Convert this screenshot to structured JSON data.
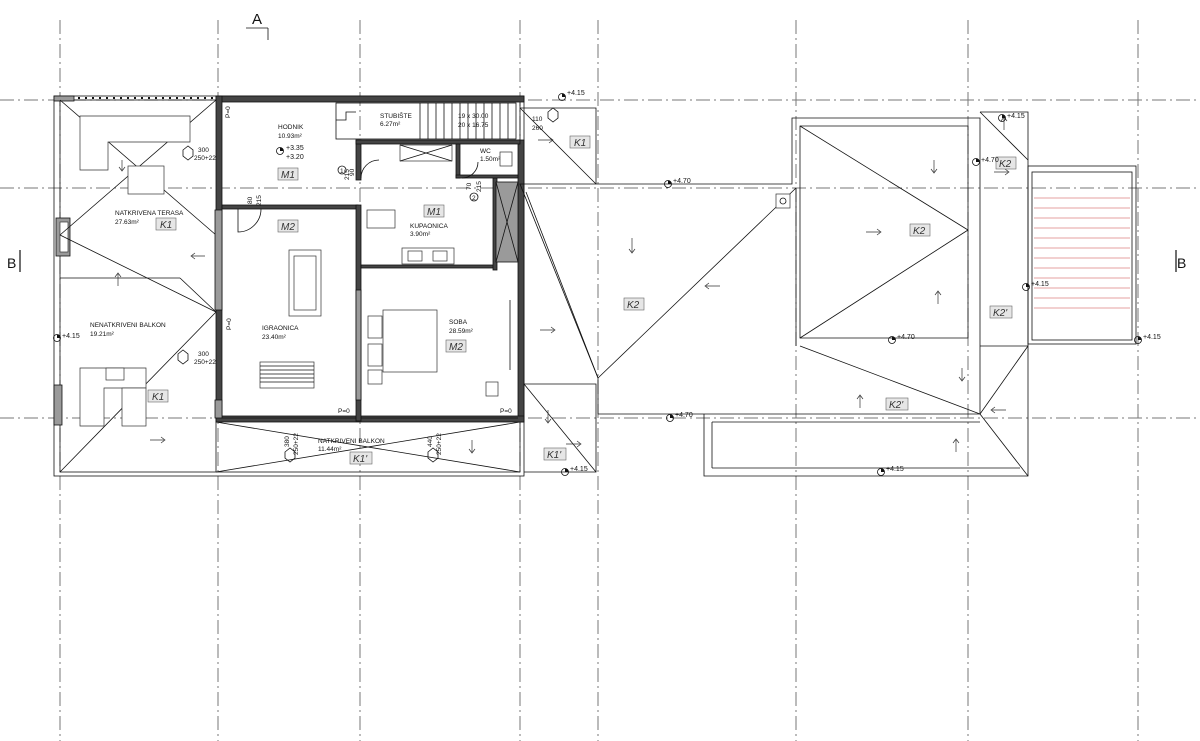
{
  "section_markers": {
    "a": "A",
    "b_left": "B",
    "b_right": "B"
  },
  "rooms": {
    "hodnik": {
      "name": "HODNIK",
      "area": "10.93m²"
    },
    "stubiste": {
      "name": "STUBIŠTE",
      "area": "6.27m²",
      "dim1": "19 x 30.00",
      "dim2": "20 x 16.75"
    },
    "wc": {
      "name": "WC",
      "area": "1.50m²"
    },
    "kupaonica": {
      "name": "KUPAONICA",
      "area": "3.90m²"
    },
    "igraonica": {
      "name": "IGRAONICA",
      "area": "23.40m²"
    },
    "soba": {
      "name": "SOBA",
      "area": "28.59m²"
    },
    "terasa": {
      "name": "NATKRIVENA TERASA",
      "area": "27.63m²"
    },
    "balkon_open": {
      "name": "NENATKRIVENI BALKON",
      "area": "19.21m²"
    },
    "balkon_covered": {
      "name": "NATKRIVENI BALKON",
      "area": "11.44m²"
    }
  },
  "surface_tags": {
    "m1_hodnik": "M1",
    "m1_kupaonica": "M1",
    "m2_igraonica": "M2",
    "m2_soba": "M2",
    "k1_terasa": "K1",
    "k1_balkon": "K1",
    "k1_stair": "K1",
    "k1p_balkon": "K1'",
    "k1p_corner": "K1'",
    "k2_left": "K2",
    "k2_mid": "K2",
    "k2_top": "K2",
    "k2p_right": "K2'",
    "k2p_bottom": "K2'"
  },
  "levels": {
    "hodnik_upper": "+3.35",
    "hodnik_lower": "+3.20",
    "lvl_415_top": "+4.15",
    "lvl_415_left": "+4.15",
    "lvl_415_bottom": "+4.15",
    "lvl_415_bottom2": "+4.15",
    "lvl_415_right_top": "+4.15",
    "lvl_415_right_mid": "+4.15",
    "lvl_415_right_edge": "+4.15",
    "lvl_470_top": "+4.70",
    "lvl_470_right": "+4.70",
    "lvl_470_mid": "+4.70",
    "lvl_470_bottom": "+4.70"
  },
  "dimensions": {
    "door1_top": "90",
    "door1_bottom": "215",
    "door_ig_top": "80",
    "door_ig_bottom": "215",
    "door_wc_top": "70",
    "door_wc_bottom": "215",
    "stair_win_top": "110",
    "stair_win_bottom": "260",
    "ter_win_top": "300",
    "ter_win_bottom": "250+22",
    "bal_win_top": "300",
    "bal_win_bottom": "250+22",
    "nb1_top": "380",
    "nb1_bottom": "250+22",
    "nb2_top": "440",
    "nb2_bottom": "250+22"
  },
  "parapets": {
    "p_top": "P=0",
    "p_left": "P=0",
    "p_ig": "P=0",
    "p_soba": "P=0"
  },
  "door_numbers": {
    "d1": "1",
    "d2": "2"
  }
}
